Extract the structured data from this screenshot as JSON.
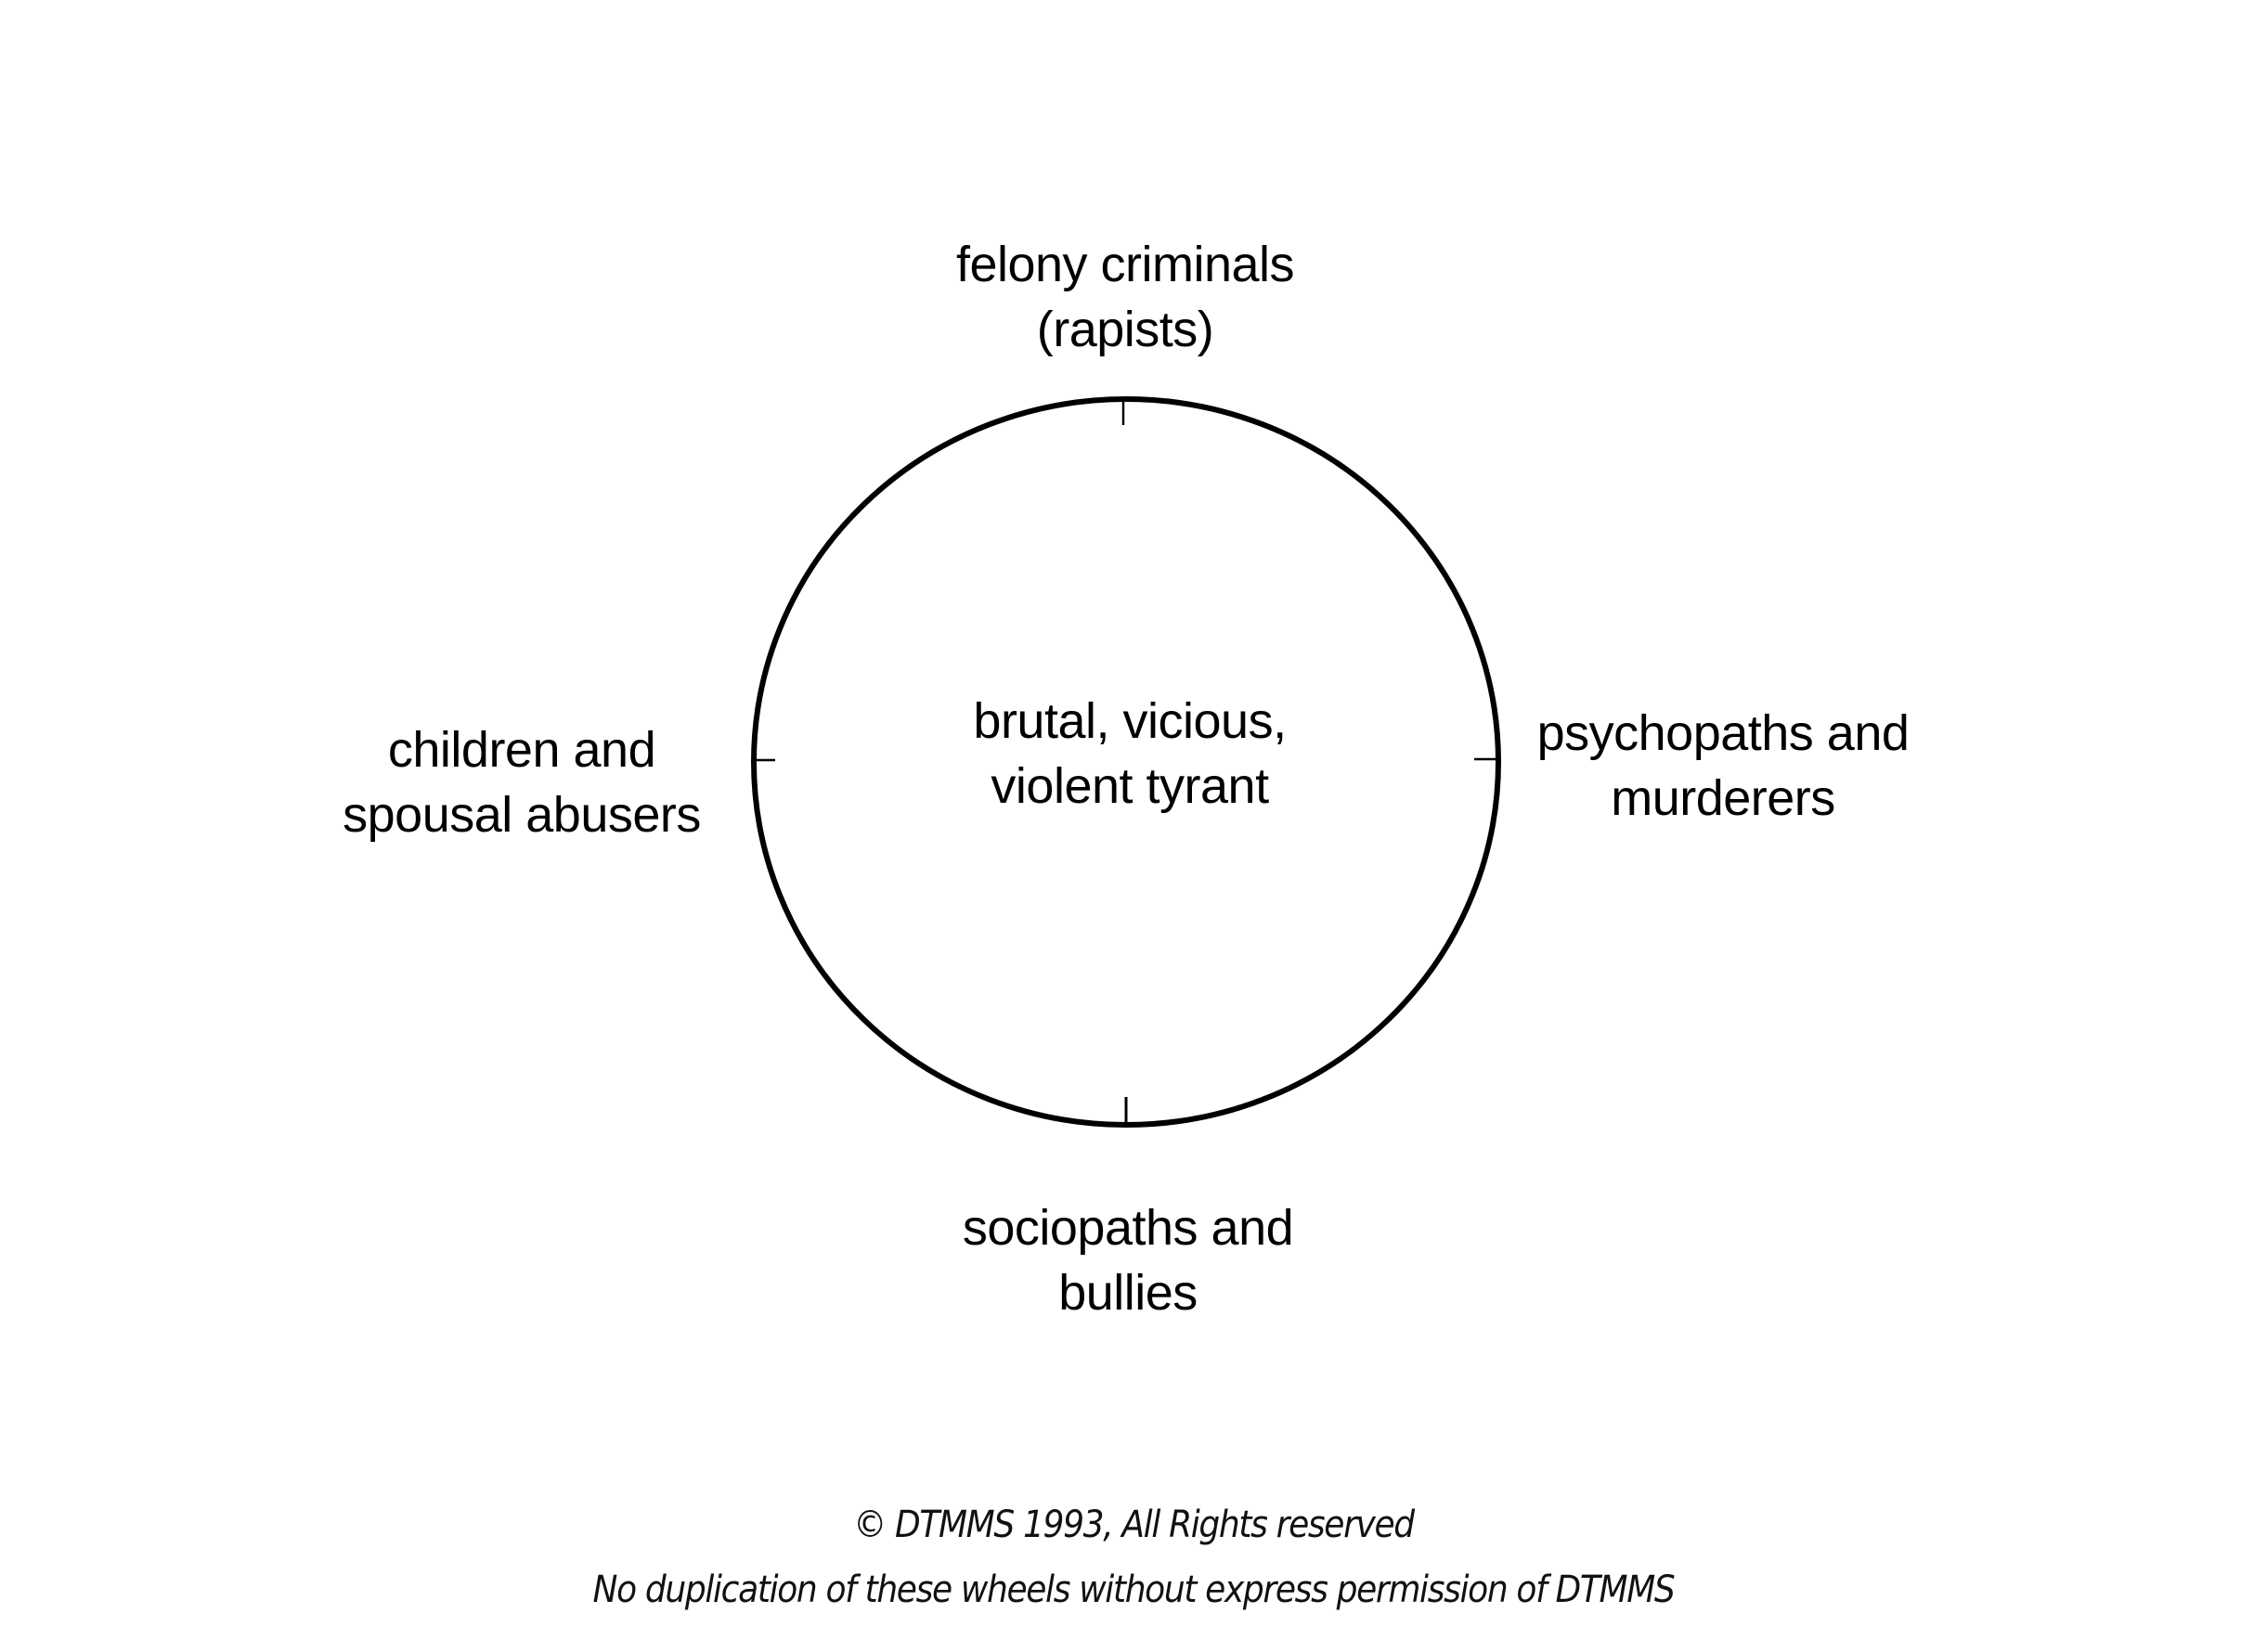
{
  "diagram": {
    "title": "",
    "center": {
      "lines": [
        "brutal, vicious,",
        "violent tyrant"
      ]
    },
    "spokes": [
      {
        "position": "top",
        "lines": [
          "felony criminals",
          "(rapists)"
        ]
      },
      {
        "position": "right",
        "lines": [
          "psychopaths and",
          "murderers"
        ]
      },
      {
        "position": "bottom",
        "lines": [
          "sociopaths and",
          "bullies"
        ]
      },
      {
        "position": "left",
        "lines": [
          "children and",
          "spousal abusers"
        ]
      }
    ],
    "colors": {
      "stroke": "#000000",
      "background": "#ffffff"
    }
  },
  "footer": {
    "copyright": "© DTMMS 1993, All Rights reserved",
    "notice": "No duplication of these wheels without express permission of DTMMS"
  }
}
